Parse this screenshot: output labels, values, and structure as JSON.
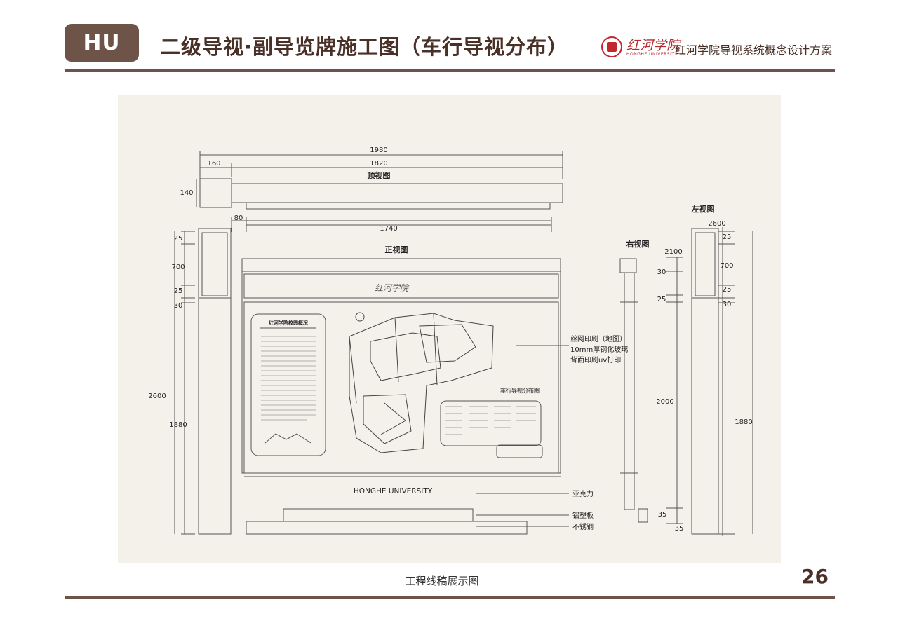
{
  "header": {
    "badge": "HU",
    "title": "二级导视·副导览牌施工图（车行导视分布）",
    "logo_script": "红河学院",
    "logo_en": "HONGHE UNIVERSITY",
    "subtitle": "红河学院导视系统概念设计方案"
  },
  "drawing": {
    "top_view": {
      "label": "顶视图",
      "dim_total": "1980",
      "dim_left": "160",
      "dim_main": "1820",
      "dim_depth": "140"
    },
    "front_view": {
      "label": "正视图",
      "dim_offset": "80",
      "dim_panel": "1740",
      "dim_height": "2600",
      "dim_body": "1880",
      "dim_a": "25",
      "dim_b": "700",
      "dim_c": "25",
      "dim_d": "30",
      "sign_logo": "红河学院",
      "university_name": "HONGHE UNIVERSITY",
      "campus_card_title": "红河学院校园概况",
      "map_title": "车行导视分布图",
      "callout_print": "丝网印刷（地图）",
      "callout_glass": "10mm厚钢化玻璃",
      "callout_uv": "背面印刷uv打印",
      "callout_acrylic": "亚克力",
      "callout_aluminum": "铝塑板",
      "callout_steel": "不锈钢"
    },
    "right_view": {
      "label": "右视图",
      "dim_top": "2100",
      "dim_30": "30",
      "dim_25": "25",
      "dim_2000": "2000",
      "dim_35": "35"
    },
    "left_view": {
      "label": "左视图",
      "dim_top": "2600",
      "dim_a": "25",
      "dim_b": "700",
      "dim_c": "25",
      "dim_d": "30",
      "dim_body": "1880",
      "dim_35": "35"
    }
  },
  "footer": {
    "caption": "工程线稿展示图",
    "page": "26"
  }
}
